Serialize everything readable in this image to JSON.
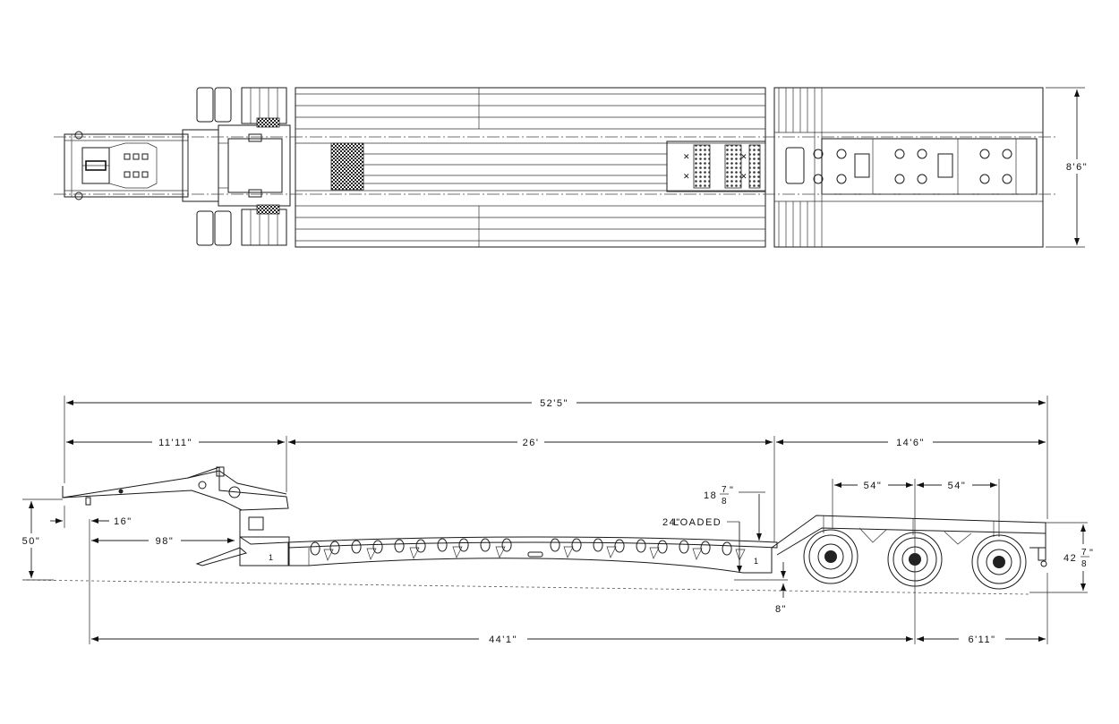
{
  "top_view": {
    "width_label": "8'6\""
  },
  "side_view": {
    "overall_length": "52'5\"",
    "gooseneck_length": "11'11\"",
    "deck_length": "26'",
    "rear_length": "14'6\"",
    "axle_spacing_1": "54\"",
    "axle_spacing_2": "54\"",
    "rear_deck_drop_whole": "18",
    "rear_deck_drop_num": "7",
    "rear_deck_drop_den": "8",
    "rear_deck_drop_unit": "\"",
    "loaded_height": "24\"",
    "loaded_label": "LOADED",
    "rear_height_whole": "42",
    "rear_height_num": "7",
    "rear_height_den": "8",
    "rear_height_unit": "\"",
    "gooseneck_height": "50\"",
    "kingpin_setback": "16\"",
    "swing_radius": "98\"",
    "ground_clearance": "8\"",
    "kingpin_to_axle": "44'1\"",
    "axle_to_rear": "6'11\""
  }
}
